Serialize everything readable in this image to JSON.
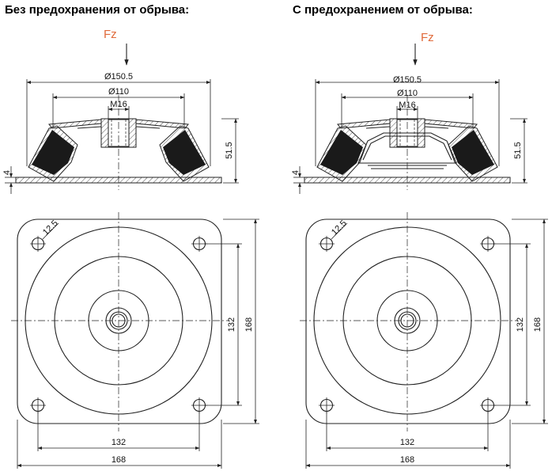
{
  "titles": {
    "left": "Без предохранения от обрыва:",
    "right": "С предохранением от обрыва:"
  },
  "labels": {
    "force": "Fz",
    "dia_outer": "Ø150.5",
    "dia_inner": "Ø110",
    "thread": "M16",
    "height": "51.5",
    "base_thickness": "4",
    "hole_dia": "12.5",
    "hole_spacing": "132",
    "plate_size": "168"
  },
  "colors": {
    "line": "#222222",
    "rubber": "#1a1a1a",
    "force_label": "#e06a3a",
    "background": "#ffffff"
  }
}
